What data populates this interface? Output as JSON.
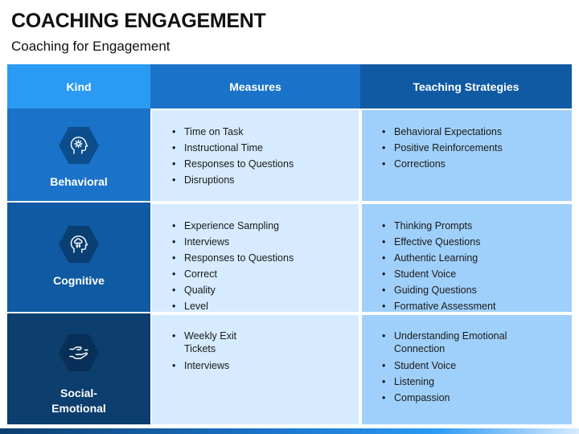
{
  "header": {
    "title": "COACHING ENGAGEMENT",
    "subtitle": "Coaching for Engagement"
  },
  "table": {
    "columns": [
      "Kind",
      "Measures",
      "Teaching Strategies"
    ],
    "rows": [
      {
        "kind": "Behavioral",
        "icon": "head-gear-icon",
        "measures": [
          "Time on Task",
          "Instructional Time",
          "Responses to Questions",
          "Disruptions"
        ],
        "strategies": [
          "Behavioral Expectations",
          "Positive Reinforcements",
          "Corrections"
        ]
      },
      {
        "kind": "Cognitive",
        "icon": "head-storm-icon",
        "measures": [
          "Experience Sampling",
          "Interviews",
          "Responses to Questions",
          "Correct",
          "Quality",
          "Level"
        ],
        "strategies": [
          "Thinking Prompts",
          "Effective Questions",
          "Authentic Learning",
          "Student Voice",
          "Guiding Questions",
          "Formative Assessment"
        ]
      },
      {
        "kind_line1": "Social-",
        "kind_line2": "Emotional",
        "icon": "handshake-icon",
        "measures": [
          {
            "line1": "Weekly Exit",
            "line2": "Tickets"
          },
          "Interviews"
        ],
        "strategies": [
          {
            "line1": "Understanding Emotional",
            "line2": "Connection"
          },
          "Student Voice",
          "Listening",
          "Compassion"
        ]
      }
    ]
  }
}
